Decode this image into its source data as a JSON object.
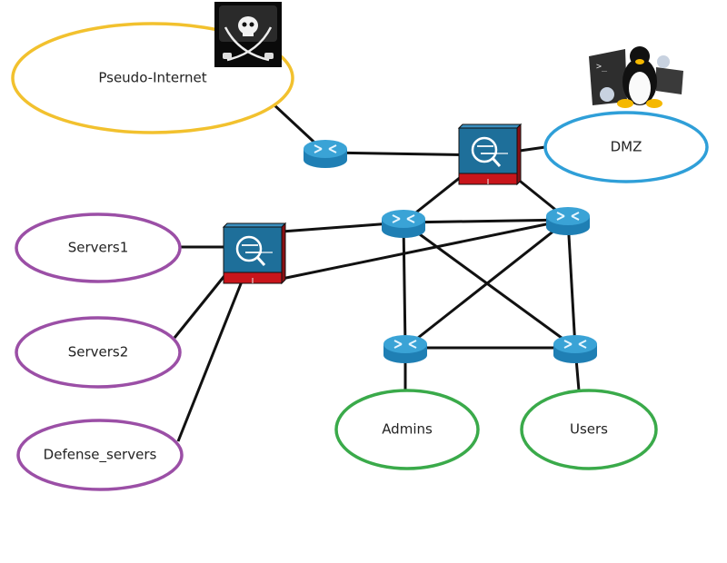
{
  "diagram": {
    "title": "Network topology",
    "colors": {
      "internet": "#f2c12e",
      "dmz": "#2f9fd8",
      "servers": "#9b4fa6",
      "clients": "#3aaa4a",
      "link": "#111111",
      "router": "#3aa3d6",
      "firewall": "#1e6f9a",
      "firewall_base": "#c8151b"
    },
    "zones": [
      {
        "id": "internet",
        "label": "Pseudo-Internet",
        "color_key": "internet"
      },
      {
        "id": "dmz",
        "label": "DMZ",
        "color_key": "dmz"
      },
      {
        "id": "servers1",
        "label": "Servers1",
        "color_key": "servers"
      },
      {
        "id": "servers2",
        "label": "Servers2",
        "color_key": "servers"
      },
      {
        "id": "defense",
        "label": "Defense_servers",
        "color_key": "servers"
      },
      {
        "id": "admins",
        "label": "Admins",
        "color_key": "clients"
      },
      {
        "id": "users",
        "label": "Users",
        "color_key": "clients"
      }
    ],
    "devices": [
      {
        "id": "r_edge",
        "type": "router"
      },
      {
        "id": "fw_main",
        "type": "firewall"
      },
      {
        "id": "fw_srv",
        "type": "firewall"
      },
      {
        "id": "r_core_l",
        "type": "router"
      },
      {
        "id": "r_core_r",
        "type": "router"
      },
      {
        "id": "r_admins",
        "type": "router"
      },
      {
        "id": "r_users",
        "type": "router"
      }
    ],
    "icons": [
      {
        "id": "pirate",
        "semantic": "pirate-flag-icon",
        "near": "internet"
      },
      {
        "id": "linux",
        "semantic": "linux-penguin-icon",
        "near": "dmz"
      }
    ],
    "links": [
      [
        "internet",
        "r_edge"
      ],
      [
        "r_edge",
        "fw_main"
      ],
      [
        "fw_main",
        "dmz"
      ],
      [
        "fw_main",
        "r_core_l"
      ],
      [
        "fw_main",
        "r_core_r"
      ],
      [
        "servers1",
        "fw_srv"
      ],
      [
        "servers2",
        "fw_srv"
      ],
      [
        "defense",
        "fw_srv"
      ],
      [
        "fw_srv",
        "r_core_l"
      ],
      [
        "fw_srv",
        "r_core_r"
      ],
      [
        "r_core_l",
        "r_core_r"
      ],
      [
        "r_core_l",
        "r_admins"
      ],
      [
        "r_core_l",
        "r_users"
      ],
      [
        "r_core_r",
        "r_admins"
      ],
      [
        "r_core_r",
        "r_users"
      ],
      [
        "r_admins",
        "r_users"
      ],
      [
        "r_admins",
        "admins"
      ],
      [
        "r_users",
        "users"
      ]
    ]
  }
}
